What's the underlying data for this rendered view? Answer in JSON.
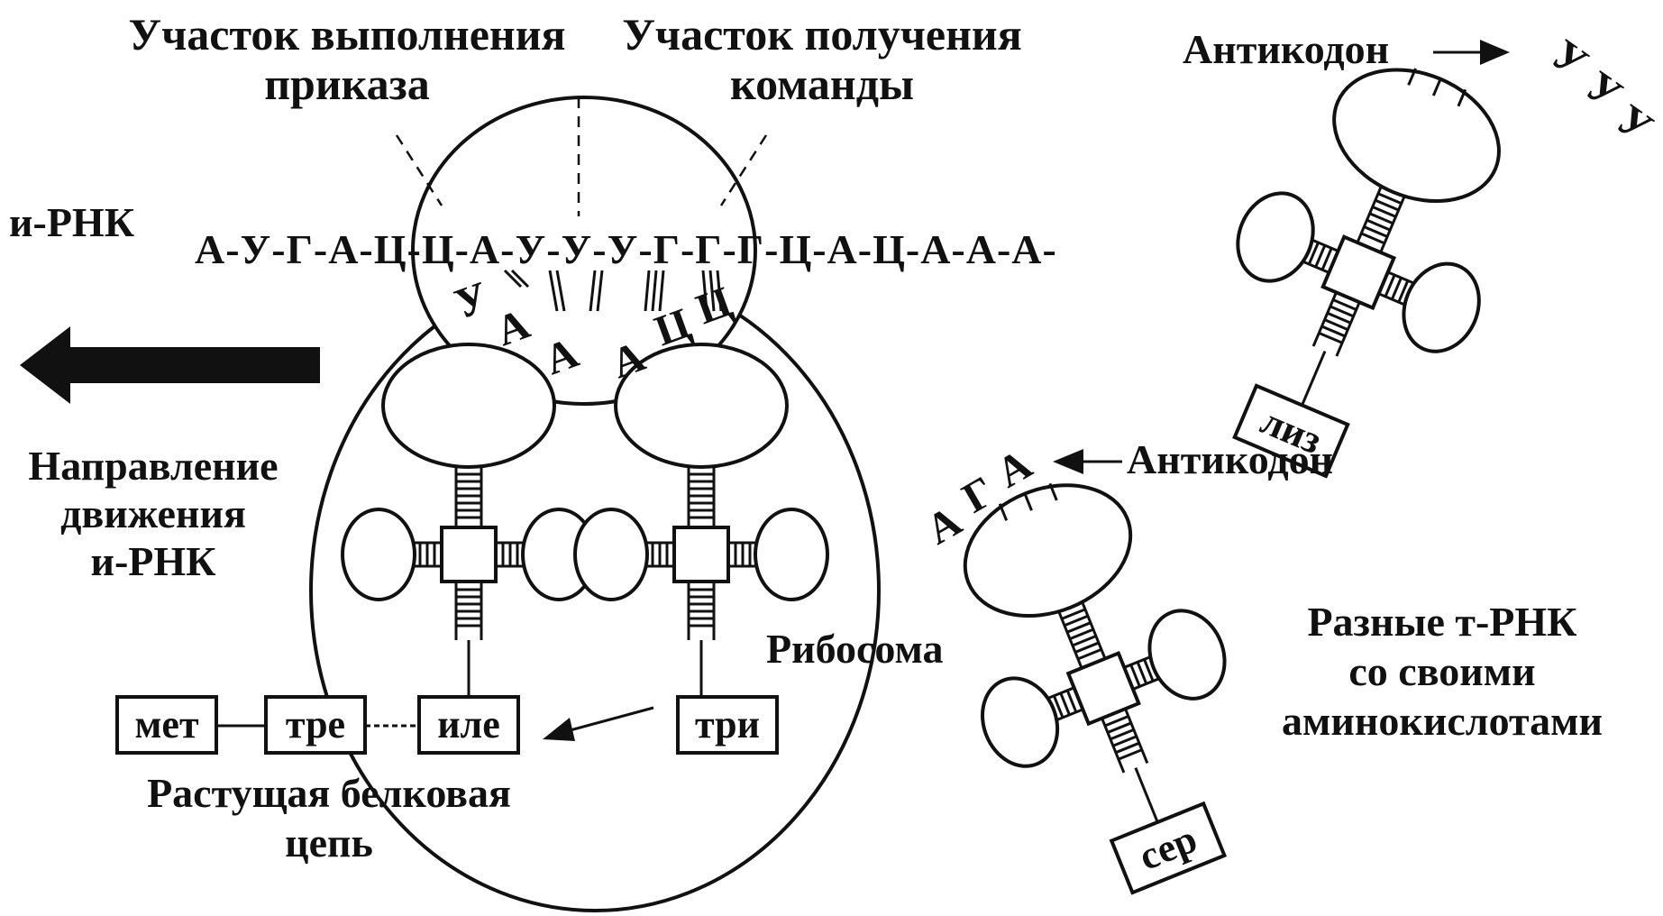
{
  "labels": {
    "execution_site": [
      "Участок выполнения",
      "приказа"
    ],
    "receiving_site": [
      "Участок получения",
      "команды"
    ],
    "mrna": "и-РНК",
    "mrna_sequence": "А-У-Г-А-Ц-Ц-А-У-У-У-Г-Г-Г-Ц-А-Ц-А-А-А-",
    "direction": [
      "Направление",
      "движения",
      "и-РНК"
    ],
    "ribosome": "Рибосома",
    "growing_chain": [
      "Растущая белковая",
      "цепь"
    ],
    "anticodon_top": "Антикодон",
    "anticodon_mid": "Антикодон",
    "different_trna": [
      "Разные т-РНК",
      "со своими",
      "аминокислотами"
    ]
  },
  "ribosome_trna": {
    "left_anticodon": [
      "У",
      "А",
      "А"
    ],
    "right_anticodon": [
      "А",
      "Ц",
      "Ц"
    ]
  },
  "free_trna": {
    "top_right": {
      "anticodon": [
        "У",
        "У",
        "У"
      ],
      "amino_acid": "лиз"
    },
    "bottom_right": {
      "anticodon": [
        "А",
        "Г",
        "А"
      ],
      "amino_acid": "сер"
    }
  },
  "chain": {
    "amino_acids": [
      "мет",
      "тре",
      "иле",
      "три"
    ]
  },
  "colors": {
    "ink": "#111111",
    "background": "#ffffff"
  }
}
